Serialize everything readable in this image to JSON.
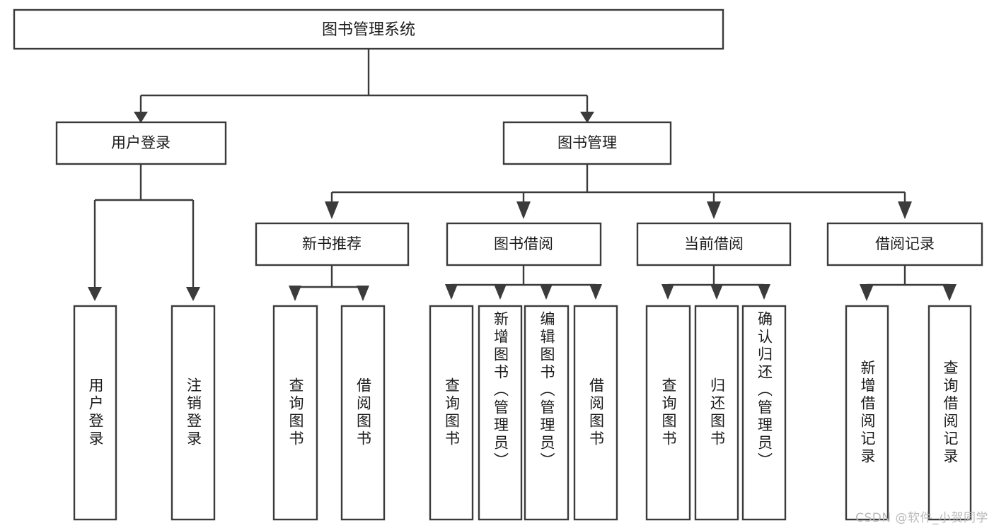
{
  "diagram": {
    "title": "图书管理系统",
    "type": "tree",
    "orientation": "top-down",
    "style": {
      "box_fill": "#ffffff",
      "box_stroke": "#3b3b3b",
      "connector_color": "#3b3b3b",
      "text_color": "#1b1b1b",
      "background": "#ffffff"
    },
    "root": {
      "id": "root",
      "label": "图书管理系统",
      "orientation": "horizontal"
    },
    "level2": [
      {
        "id": "user-login",
        "label": "用户登录",
        "orientation": "horizontal"
      },
      {
        "id": "book-manage",
        "label": "图书管理",
        "orientation": "horizontal"
      }
    ],
    "level3": [
      {
        "id": "new-book-recommend",
        "label": "新书推荐",
        "parent": "book-manage",
        "orientation": "horizontal"
      },
      {
        "id": "book-borrow",
        "label": "图书借阅",
        "parent": "book-manage",
        "orientation": "horizontal"
      },
      {
        "id": "current-borrow",
        "label": "当前借阅",
        "parent": "book-manage",
        "orientation": "horizontal"
      },
      {
        "id": "borrow-record",
        "label": "借阅记录",
        "parent": "book-manage",
        "orientation": "horizontal"
      }
    ],
    "leaves": [
      {
        "id": "leaf-user-login",
        "label": "用户登录",
        "parent": "user-login",
        "orientation": "vertical"
      },
      {
        "id": "leaf-user-logout",
        "label": "注销登录",
        "parent": "user-login",
        "orientation": "vertical"
      },
      {
        "id": "leaf-query-book-1",
        "label": "查询图书",
        "parent": "new-book-recommend",
        "orientation": "vertical"
      },
      {
        "id": "leaf-borrow-book-1",
        "label": "借阅图书",
        "parent": "new-book-recommend",
        "orientation": "vertical"
      },
      {
        "id": "leaf-query-book-2",
        "label": "查询图书",
        "parent": "book-borrow",
        "orientation": "vertical"
      },
      {
        "id": "leaf-add-book",
        "label": "新增图书（管理员）",
        "parent": "book-borrow",
        "orientation": "vertical"
      },
      {
        "id": "leaf-edit-book",
        "label": "编辑图书（管理员）",
        "parent": "book-borrow",
        "orientation": "vertical"
      },
      {
        "id": "leaf-borrow-book-2",
        "label": "借阅图书",
        "parent": "book-borrow",
        "orientation": "vertical"
      },
      {
        "id": "leaf-query-book-3",
        "label": "查询图书",
        "parent": "current-borrow",
        "orientation": "vertical"
      },
      {
        "id": "leaf-return-book",
        "label": "归还图书",
        "parent": "current-borrow",
        "orientation": "vertical"
      },
      {
        "id": "leaf-confirm-return",
        "label": "确认归还（管理员）",
        "parent": "current-borrow",
        "orientation": "vertical"
      },
      {
        "id": "leaf-add-record",
        "label": "新增借阅记录",
        "parent": "borrow-record",
        "orientation": "vertical"
      },
      {
        "id": "leaf-query-record",
        "label": "查询借阅记录",
        "parent": "borrow-record",
        "orientation": "vertical"
      }
    ]
  },
  "watermark": {
    "text": "CSDN @软件_小贺同学"
  }
}
